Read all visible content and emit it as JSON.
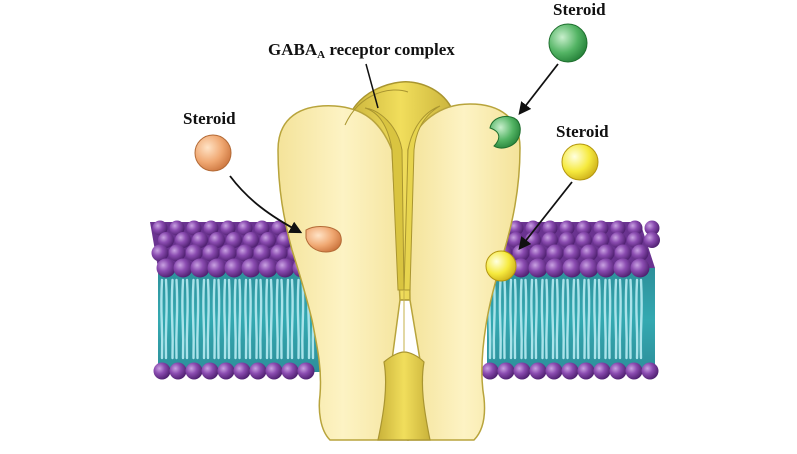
{
  "labels": {
    "receptor_prefix": "GABA",
    "receptor_subscript": "A",
    "receptor_suffix": " receptor complex",
    "steroid_top": "Steroid",
    "steroid_left": "Steroid",
    "steroid_right": "Steroid"
  },
  "colors": {
    "background": "#ffffff",
    "lipid_head": "#7a3e9b",
    "lipid_head_highlight": "#b98ad6",
    "lipid_tail": "#8ed3dc",
    "membrane_core": "#2a9fa8",
    "receptor_body": "#fbeeb0",
    "receptor_outline": "#b8a43c",
    "receptor_gold": "#e4cf4a",
    "steroid_orange": "#f0a872",
    "steroid_green": "#48a95a",
    "steroid_yellow": "#f3e53a",
    "arrow": "#111111"
  },
  "icons": {
    "steroid_molecule": "sphere",
    "bound_site": "notch"
  }
}
